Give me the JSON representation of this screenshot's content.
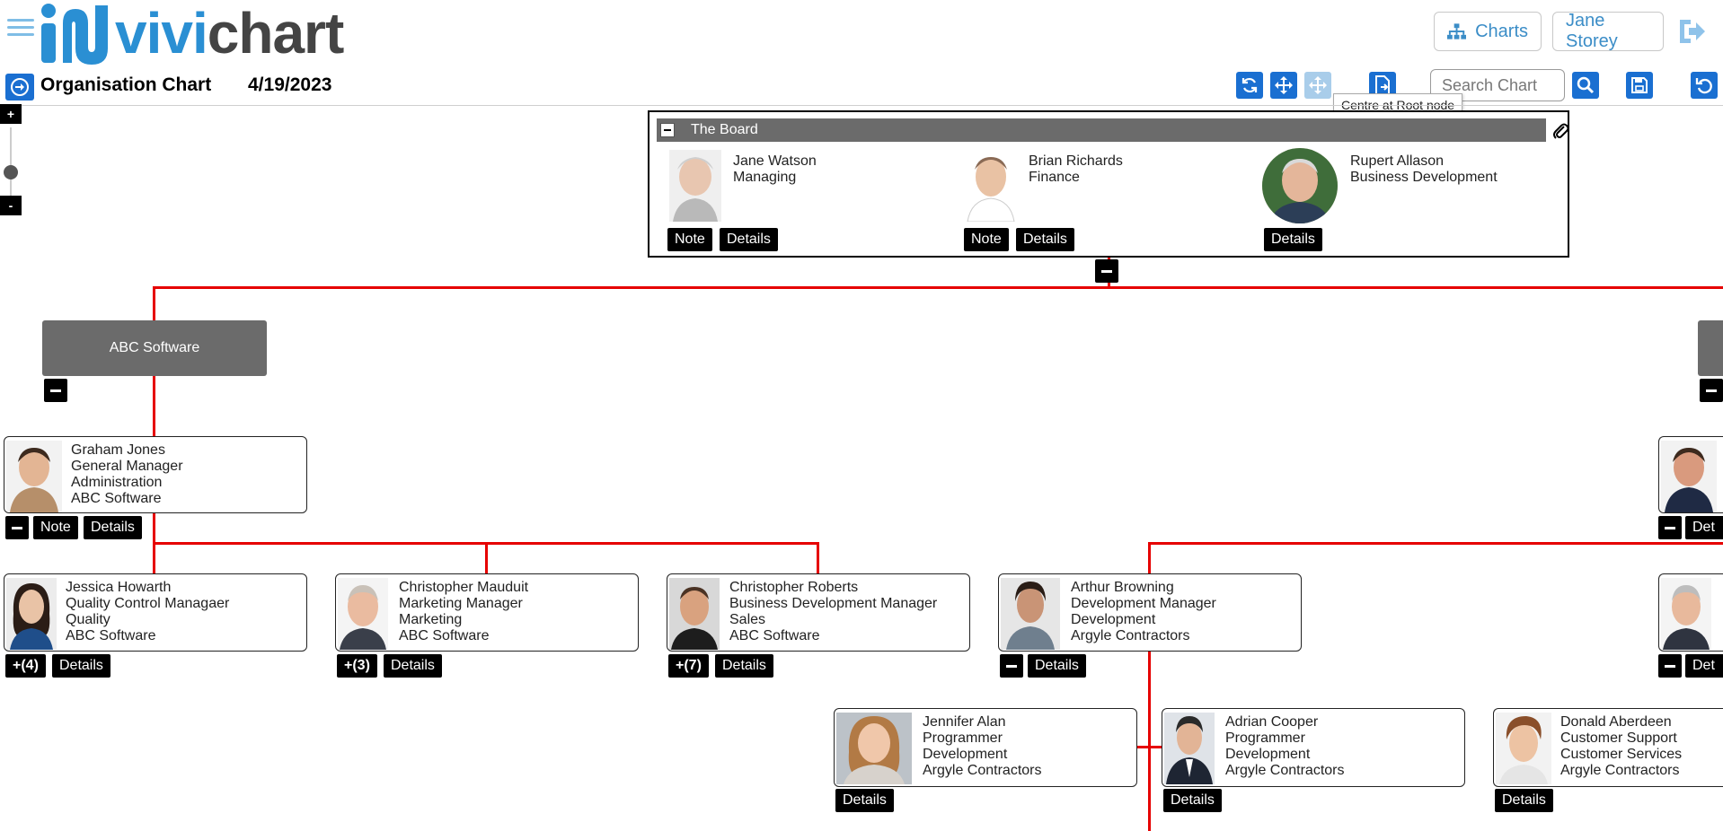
{
  "header": {
    "logo_vivi": "vivi",
    "logo_chart": "chart",
    "charts_button": "Charts",
    "user_button": "Jane Storey"
  },
  "toolbar": {
    "title": "Organisation Chart",
    "date": "4/19/2023",
    "search_placeholder": "Search Chart",
    "tooltip": "Centre at Root node"
  },
  "zoom": {
    "plus": "+",
    "minus": "-"
  },
  "board": {
    "title": "The Board",
    "members": [
      {
        "name": "Jane Watson",
        "role": "Managing",
        "buttons": [
          "Note",
          "Details"
        ]
      },
      {
        "name": "Brian Richards",
        "role": "Finance",
        "buttons": [
          "Note",
          "Details"
        ]
      },
      {
        "name": "Rupert Allason",
        "role": "Business Development",
        "buttons": [
          "Details"
        ]
      }
    ]
  },
  "group": {
    "label": "ABC Software"
  },
  "manager": {
    "name": "Graham Jones",
    "title": "General Manager",
    "dept": "Administration",
    "company": "ABC Software",
    "note": "Note",
    "details": "Details"
  },
  "level2": [
    {
      "name": "Jessica Howarth",
      "title": "Quality Control Managaer",
      "dept": "Quality",
      "company": "ABC Software",
      "count": "+(4)",
      "details": "Details"
    },
    {
      "name": "Christopher Mauduit",
      "title": "Marketing Manager",
      "dept": "Marketing",
      "company": "ABC Software",
      "count": "+(3)",
      "details": "Details"
    },
    {
      "name": "Christopher Roberts",
      "title": "Business Development Manager",
      "dept": "Sales",
      "company": "ABC Software",
      "count": "+(7)",
      "details": "Details"
    },
    {
      "name": "Arthur Browning",
      "title": "Development Manager",
      "dept": "Development",
      "company": "Argyle Contractors",
      "details": "Details"
    }
  ],
  "level3": [
    {
      "name": "Jennifer Alan",
      "title": "Programmer",
      "dept": "Development",
      "company": "Argyle Contractors",
      "details": "Details"
    },
    {
      "name": "Adrian Cooper",
      "title": "Programmer",
      "dept": "Development",
      "company": "Argyle Contractors",
      "details": "Details"
    },
    {
      "name": "Donald Aberdeen",
      "title": "Customer Support",
      "dept": "Customer Services",
      "company": "Argyle Contractors",
      "details": "Details"
    }
  ],
  "right_partial": {
    "details_1": "Det",
    "details_2": "Det"
  },
  "colors": {
    "brand_blue": "#1a6fd1",
    "connector": "#e60000",
    "group_gray": "#6b6b6b"
  }
}
